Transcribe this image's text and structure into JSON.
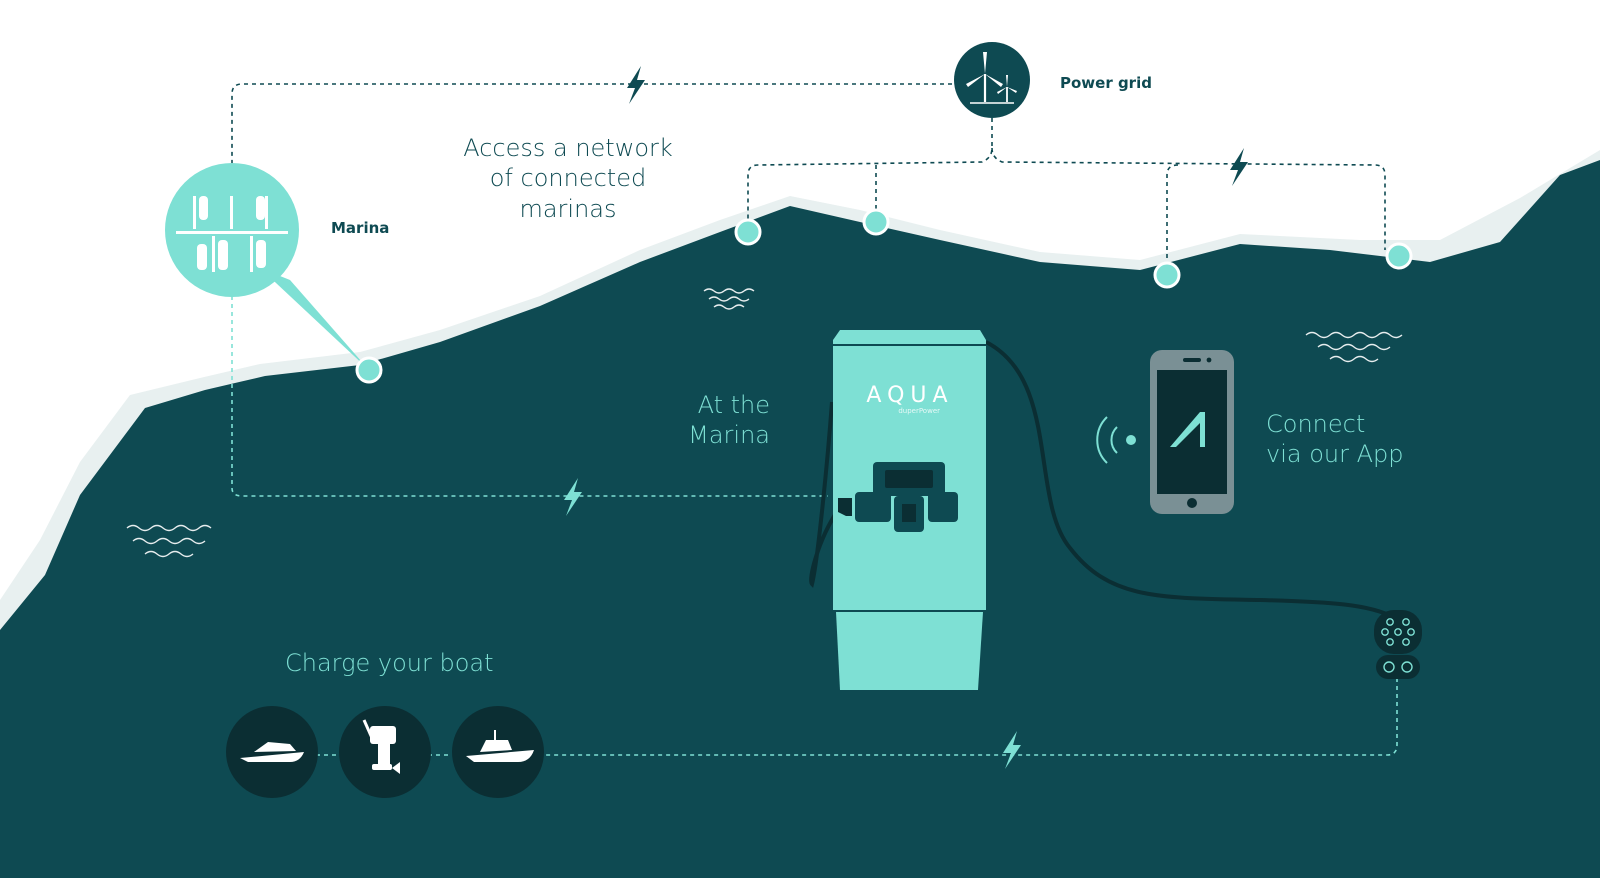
{
  "labels": {
    "power_grid": "Power grid",
    "marina": "Marina",
    "network": [
      "Access a network",
      "of connected",
      "marinas"
    ],
    "at_marina": [
      "At the",
      "Marina"
    ],
    "connect_app": [
      "Connect",
      "via our App"
    ],
    "charge_boat": "Charge your boat"
  },
  "charger": {
    "brand": "AQUA",
    "sub_brand": "duperPower"
  },
  "icons": {
    "power_grid": "wind-turbine-icon",
    "marina": "marina-boats-icon",
    "bolts": "lightning-bolt-icon",
    "phone": "smartphone-icon",
    "signal": "wireless-signal-icon",
    "plug": "charging-plug-icon",
    "boats": [
      "speedboat-icon",
      "outboard-motor-icon",
      "cabin-boat-icon"
    ],
    "waves": "waves-icon"
  },
  "colors": {
    "sea": "#0e4a52",
    "teal": "#7ee0d4",
    "shore": "#e8f0f0",
    "dark": "#0b2e33"
  }
}
